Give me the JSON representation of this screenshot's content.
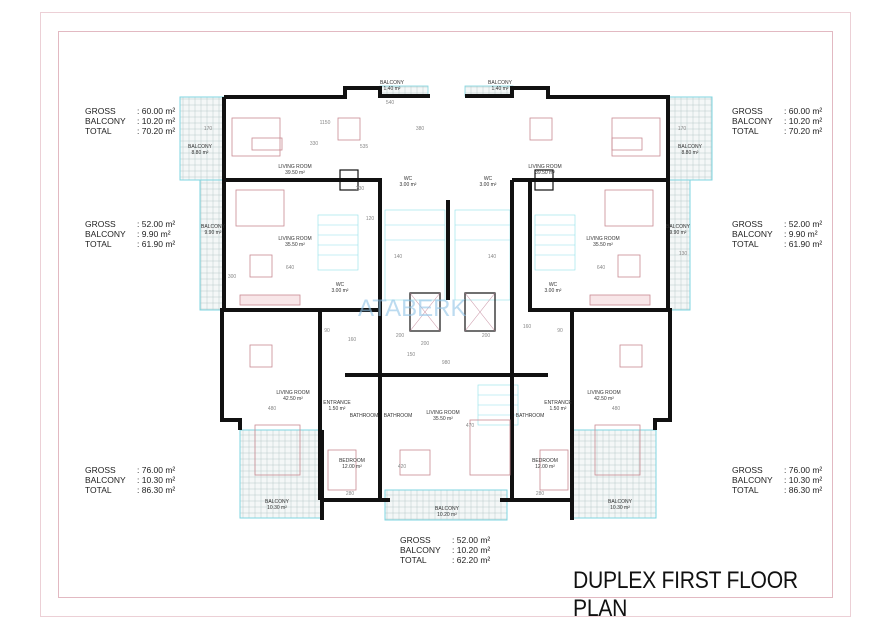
{
  "title": "DUPLEX FIRST FLOOR PLAN",
  "watermark": "ATABERK",
  "area_tables": {
    "top_left": {
      "gross_label": "GROSS",
      "gross": ": 60.00 m²",
      "balcony_label": "BALCONY",
      "balcony": ": 10.20 m²",
      "total_label": "TOTAL",
      "total": ": 70.20 m²"
    },
    "top_right": {
      "gross_label": "GROSS",
      "gross": ": 60.00 m²",
      "balcony_label": "BALCONY",
      "balcony": ": 10.20 m²",
      "total_label": "TOTAL",
      "total": ": 70.20 m²"
    },
    "mid_left": {
      "gross_label": "GROSS",
      "gross": ": 52.00 m²",
      "balcony_label": "BALCONY",
      "balcony": ": 9.90 m²",
      "total_label": "TOTAL",
      "total": ": 61.90 m²"
    },
    "mid_right": {
      "gross_label": "GROSS",
      "gross": ": 52.00 m²",
      "balcony_label": "BALCONY",
      "balcony": ": 9.90 m²",
      "total_label": "TOTAL",
      "total": ": 61.90 m²"
    },
    "bottom_left": {
      "gross_label": "GROSS",
      "gross": ": 76.00 m²",
      "balcony_label": "BALCONY",
      "balcony": ": 10.30 m²",
      "total_label": "TOTAL",
      "total": ": 86.30 m²"
    },
    "bottom_right": {
      "gross_label": "GROSS",
      "gross": ": 76.00 m²",
      "balcony_label": "BALCONY",
      "balcony": ": 10.30 m²",
      "total_label": "TOTAL",
      "total": ": 86.30 m²"
    },
    "bottom_center": {
      "gross_label": "GROSS",
      "gross": ": 52.00 m²",
      "balcony_label": "BALCONY",
      "balcony": ": 10.20 m²",
      "total_label": "TOTAL",
      "total": ": 62.20 m²"
    }
  },
  "rooms": {
    "tl_living": {
      "name": "LIVING ROOM",
      "area": "39.50 m²"
    },
    "tr_living": {
      "name": "LIVING ROOM",
      "area": "39.50 m²"
    },
    "tl_wc": {
      "name": "WC",
      "area": "3.00 m²"
    },
    "tr_wc": {
      "name": "WC",
      "area": "3.00 m²"
    },
    "ml_living": {
      "name": "LIVING ROOM",
      "area": "35.50 m²"
    },
    "mr_living": {
      "name": "LIVING ROOM",
      "area": "35.50 m²"
    },
    "ml_wc": {
      "name": "WC",
      "area": "3.00 m²"
    },
    "mr_wc": {
      "name": "WC",
      "area": "3.00 m²"
    },
    "tl_balcony": {
      "name": "BALCONY",
      "area": "8.80 m²"
    },
    "tr_balcony": {
      "name": "BALCONY",
      "area": "8.80 m²"
    },
    "ml_balcony": {
      "name": "BALCONY",
      "area": "9.90 m²"
    },
    "mr_balcony": {
      "name": "BALCONY",
      "area": "9.90 m²"
    },
    "top_balcony_left": {
      "name": "BALCONY",
      "area": "1.40 m²"
    },
    "top_balcony_right": {
      "name": "BALCONY",
      "area": "1.40 m²"
    },
    "bl_living": {
      "name": "LIVING ROOM",
      "area": "42.50 m²"
    },
    "br_living": {
      "name": "LIVING ROOM",
      "area": "42.50 m²"
    },
    "bl_balcony": {
      "name": "BALCONY",
      "area": "10.30 m²"
    },
    "br_balcony": {
      "name": "BALCONY",
      "area": "10.30 m²"
    },
    "bl_entrance": {
      "name": "ENTRANCE",
      "area": "1.50 m²"
    },
    "br_entrance": {
      "name": "ENTRANCE",
      "area": "1.50 m²"
    },
    "bl_bathroom": {
      "name": "BATHROOM"
    },
    "bc_bathroom": {
      "name": "BATHROOM"
    },
    "br_bathroom": {
      "name": "BATHROOM"
    },
    "bl_bedroom": {
      "name": "BEDROOM",
      "area": "12.00 m²"
    },
    "br_bedroom": {
      "name": "BEDROOM",
      "area": "12.00 m²"
    },
    "bc_living": {
      "name": "LIVING ROOM",
      "area": "35.50 m²"
    },
    "bc_balcony": {
      "name": "BALCONY",
      "area": "10.20 m²"
    }
  },
  "dims": [
    "1150",
    "330",
    "535",
    "540",
    "380",
    "200",
    "230",
    "120",
    "140",
    "140",
    "200",
    "200",
    "160",
    "160",
    "980",
    "150",
    "470",
    "420",
    "280",
    "280",
    "480",
    "480",
    "170",
    "170",
    "640",
    "640",
    "90",
    "90",
    "300",
    "130"
  ]
}
